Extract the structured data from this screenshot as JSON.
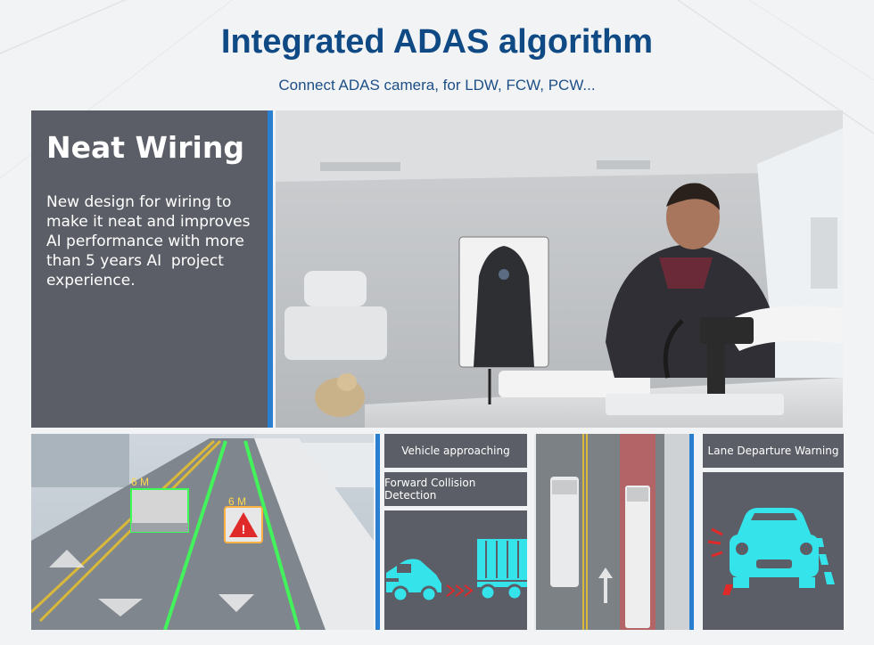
{
  "header": {
    "title": "Integrated ADAS algorithm",
    "subtitle": "Connect ADAS camera, for LDW, FCW, PCW..."
  },
  "feature_panel": {
    "heading": "Neat Wiring",
    "body": "New design for wiring to make it neat and improves AI performance with more than 5 years AI  project experience."
  },
  "road_scene": {
    "distance_label_1": "6 M",
    "distance_label_2": "6 M"
  },
  "fcw_panel": {
    "label_top": "Vehicle approaching",
    "label_bottom": "Forward Collision Detection"
  },
  "ldw_panel": {
    "label": "Lane Departure Warning"
  },
  "colors": {
    "title_blue": "#0f4a85",
    "accent_blue": "#2b7fd0",
    "panel_gray": "#5b5e66",
    "icon_cyan": "#35e3ea",
    "warning_red": "#e02a2a",
    "lane_green": "#3cff56"
  }
}
